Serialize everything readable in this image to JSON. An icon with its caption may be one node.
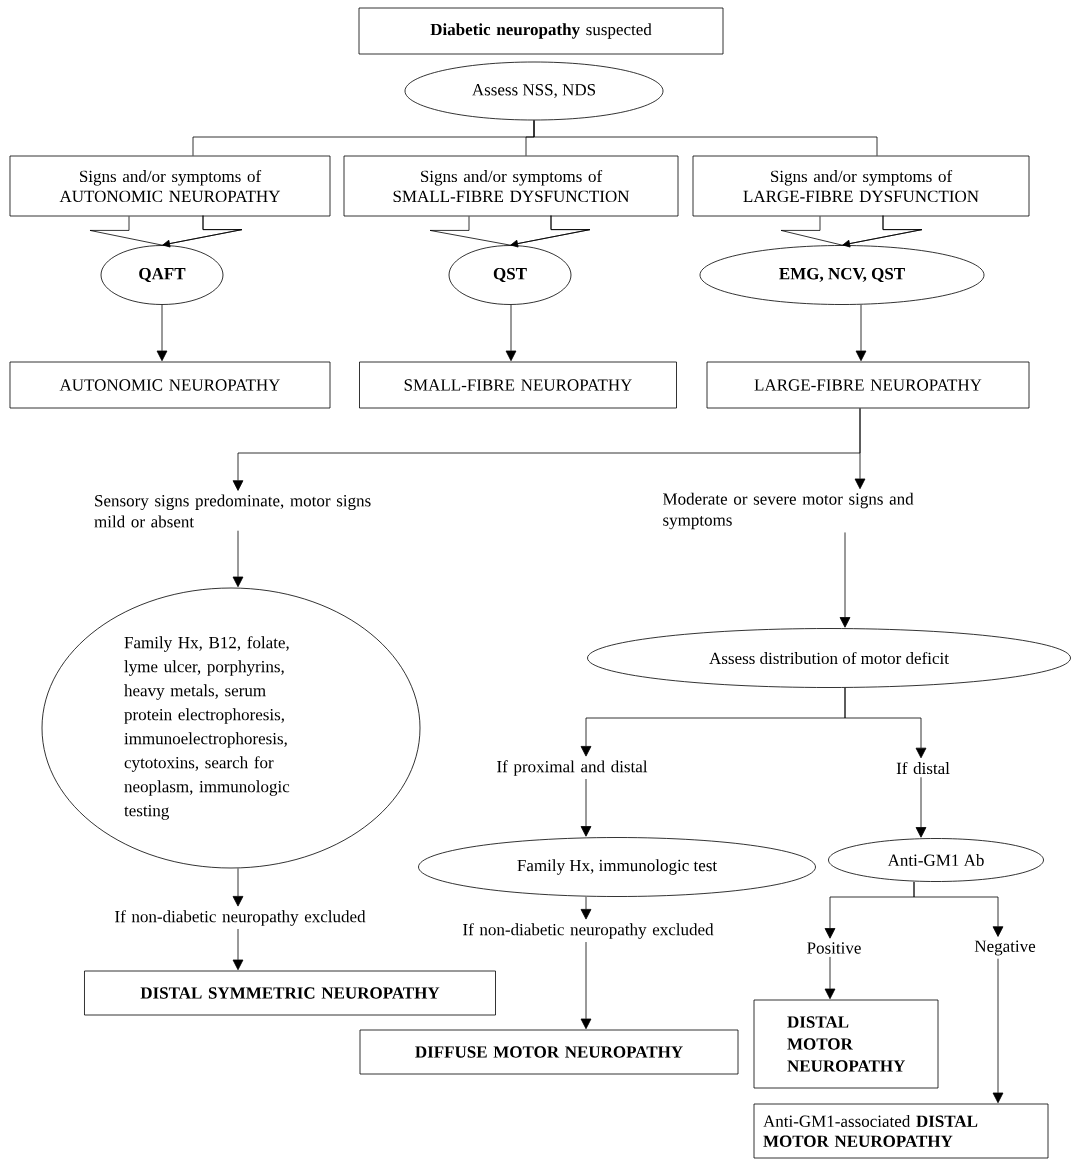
{
  "diagram": {
    "nodes": [
      {
        "text": [
          "**Diabetic neuropathy** suspected"
        ]
      },
      {
        "text": [
          "Assess NSS, NDS"
        ]
      },
      {
        "text": [
          "Signs and/or symptoms of AUTONOMIC NEUROPATHY"
        ]
      },
      {
        "text": [
          "Signs and/or symptoms of SMALL-FIBRE DYSFUNCTION"
        ]
      },
      {
        "text": [
          "Signs and/or symptoms of LARGE-FIBRE DYSFUNCTION"
        ]
      },
      {
        "text": [
          "QAFT"
        ]
      },
      {
        "text": [
          "QST"
        ]
      },
      {
        "text": [
          "EMG, NCV, QST"
        ]
      },
      {
        "text": [
          "AUTONOMIC NEUROPATHY"
        ]
      },
      {
        "text": [
          "SMALL-FIBRE NEUROPATHY"
        ]
      },
      {
        "text": [
          "LARGE-FIBRE NEUROPATHY"
        ]
      },
      {
        "text": [
          "Sensory signs predominate, motor signs mild or absent"
        ]
      },
      {
        "text": [
          "Moderate or severe motor signs and symptoms"
        ]
      },
      {
        "text": [
          "Family Hx, B12, folate, lyme ulcer, porphyrins, heavy metals, serum protein electrophoresis, immunoelectrophoresis, cytotoxins, search for neoplasm, immunologic testing"
        ]
      },
      {
        "text": [
          "Assess distribution of motor deficit"
        ]
      },
      {
        "text": [
          "If proximal and distal"
        ]
      },
      {
        "text": [
          "If distal"
        ]
      },
      {
        "text": [
          "Family Hx, immunologic test"
        ]
      },
      {
        "text": [
          "Anti-GM1 Ab"
        ]
      },
      {
        "text": [
          "If non-diabetic neuropathy excluded"
        ]
      },
      {
        "text": [
          "If non-diabetic neuropathy excluded"
        ]
      },
      {
        "text": [
          "Positive"
        ]
      },
      {
        "text": [
          "Negative"
        ]
      },
      {
        "text": [
          "DISTAL SYMMETRIC NEUROPATHY"
        ]
      },
      {
        "text": [
          "DIFFUSE MOTOR NEUROPATHY"
        ]
      },
      {
        "text": [
          "DISTAL MOTOR NEUROPATHY"
        ]
      },
      {
        "text": [
          "Anti-GM1-associated **DISTAL MOTOR NEUROPATHY**"
        ]
      }
    ],
    "edges": [
      {
        "from": 1,
        "to": 2,
        "arrow": "none"
      },
      {
        "from": 1,
        "to": 3,
        "arrow": "none"
      },
      {
        "from": 1,
        "to": 4,
        "arrow": "none"
      },
      {
        "from": 2,
        "to": 5,
        "arrow": "to"
      },
      {
        "from": 3,
        "to": 6,
        "arrow": "to"
      },
      {
        "from": 4,
        "to": 7,
        "arrow": "to"
      },
      {
        "from": 5,
        "to": 8,
        "arrow": "to"
      },
      {
        "from": 6,
        "to": 9,
        "arrow": "to"
      },
      {
        "from": 7,
        "to": 10,
        "arrow": "to"
      },
      {
        "from": 10,
        "to": 11,
        "arrow": "to"
      },
      {
        "from": 10,
        "to": 12,
        "arrow": "to"
      },
      {
        "from": 11,
        "to": 13,
        "arrow": "to"
      },
      {
        "from": 12,
        "to": 14,
        "arrow": "to"
      },
      {
        "from": 14,
        "to": 15,
        "arrow": "to"
      },
      {
        "from": 14,
        "to": 16,
        "arrow": "to"
      },
      {
        "from": 15,
        "to": 17,
        "arrow": "to"
      },
      {
        "from": 16,
        "to": 18,
        "arrow": "to"
      },
      {
        "from": 13,
        "to": 19,
        "arrow": "to"
      },
      {
        "from": 19,
        "to": 23,
        "arrow": "to"
      },
      {
        "from": 17,
        "to": 20,
        "arrow": "to"
      },
      {
        "from": 20,
        "to": 24,
        "arrow": "to"
      },
      {
        "from": 18,
        "to": 21,
        "arrow": "to"
      },
      {
        "from": 18,
        "to": 22,
        "arrow": "to"
      },
      {
        "from": 21,
        "to": 25,
        "arrow": "to"
      },
      {
        "from": 22,
        "to": 26,
        "arrow": "to"
      }
    ]
  }
}
